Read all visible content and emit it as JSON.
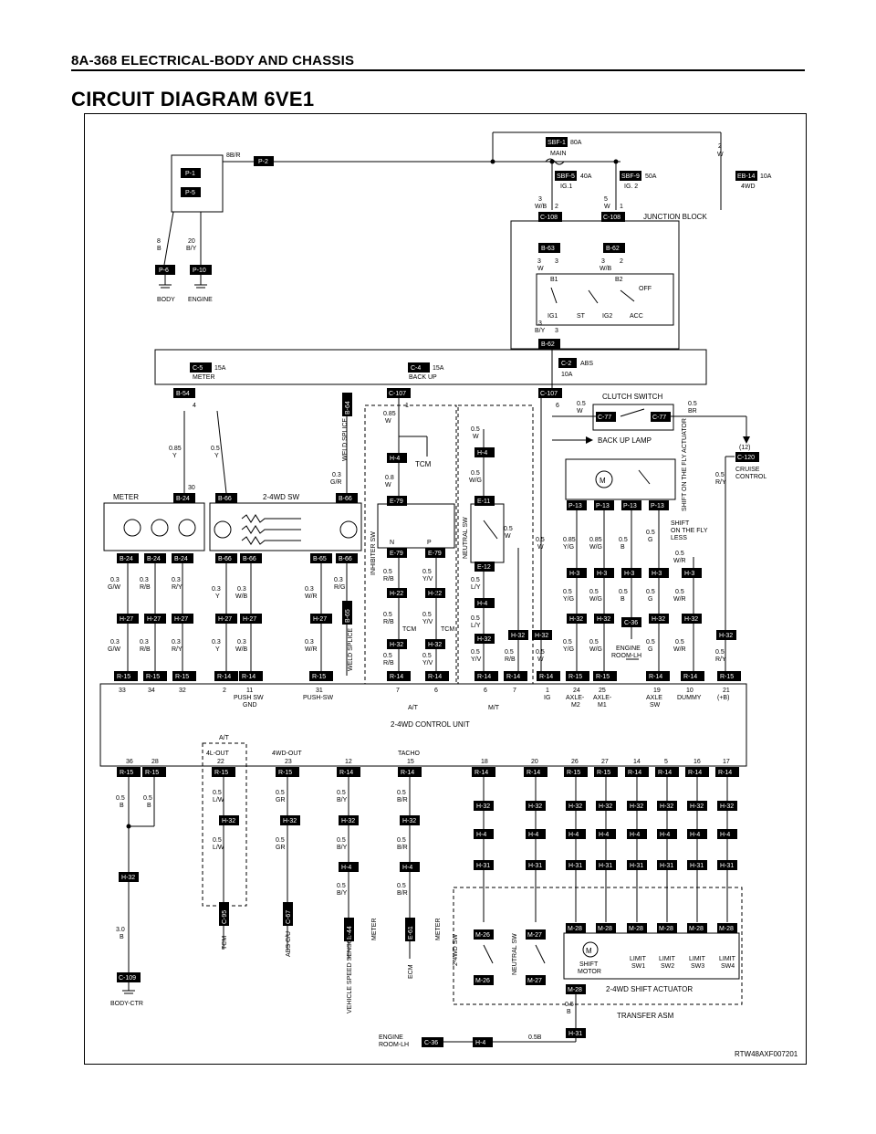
{
  "header": "8A-368  ELECTRICAL-BODY AND CHASSIS",
  "title": "CIRCUIT DIAGRAM 6VE1",
  "reference": "RTW48AXF007201",
  "labels": {
    "main_fuse": "SBF-1",
    "main_amp": "80A",
    "main": "MAIN",
    "sbf5": "SBF-5",
    "sbf5_amp": "40A",
    "ig1": "IG.1",
    "sbf9": "SBF-9",
    "sbf9_amp": "50A",
    "ig2": "IG. 2",
    "eb14": "EB-14",
    "eb14_amp": "10A",
    "fwd": "4WD",
    "jb": "JUNCTION BLOCK",
    "p2": "P-2",
    "p1": "P-1",
    "p5": "P-5",
    "p6": "P-6",
    "p10": "P-10",
    "body": "BODY",
    "engine": "ENGINE",
    "w8b": "8B/R",
    "c5": "C-5",
    "c5_amp": "15A",
    "meter": "METER",
    "c4": "C-4",
    "c4_amp": "15A",
    "backup": "BACK UP",
    "c2": "C-2",
    "c2_amp": "10A",
    "abs": "ABS",
    "b54": "B-54",
    "c107": "C-107",
    "c108": "C-108",
    "b63": "B-63",
    "b62": "B-62",
    "sw_b1": "B1",
    "sw_b2": "B2",
    "sw_off": "OFF",
    "sw_ig1": "IG1",
    "sw_st": "ST",
    "sw_ig2": "IG2",
    "sw_acc": "ACC",
    "clutch": "CLUTCH SWITCH",
    "c77": "C-77",
    "backup_lamp": "BACK UP LAMP",
    "c120": "C-120",
    "cruise": "CRUISE CONTROL",
    "meter_lbl": "METER",
    "b24": "B-24",
    "sw2_4wd": "2-4WD SW",
    "b66": "B-66",
    "b65": "B-65",
    "weld": "WELD SPLICE",
    "b64": "B-64",
    "inhibiter": "INHIBITER SW",
    "neutral": "NEUTRAL SW",
    "h4": "H-4",
    "tcm": "TCM",
    "e79": "E-79",
    "e11": "E-11",
    "e12": "E-12",
    "h22": "H-22",
    "h32": "H-32",
    "h27": "H-27",
    "h3": "H-3",
    "p13": "P-13",
    "shift_fly": "SHIFT ON THE FLY ACTUATOR",
    "shift_less": "SHIFT ON THE FLY LESS",
    "c36": "C-36",
    "engine_room": "ENGINE ROOM-LH",
    "r15": "R-15",
    "r14": "R-14",
    "control_unit": "2-4WD CONTROL UNIT",
    "at": "A/T",
    "mt": "M/T",
    "push_sw_gnd": "PUSH SW GND",
    "push_sw": "PUSH-SW",
    "ig": "IG",
    "axle_m2": "AXLE-M2",
    "axle_m1": "AXLE-M1",
    "axle_sw": "AXLE SW",
    "dummy": "DUMMY",
    "plus_b": "(+B)",
    "l4out": "4L-OUT",
    "wdout": "4WD-OUT",
    "tacho": "TACHO",
    "h31": "H-31",
    "m26": "M-26",
    "m27": "M-27",
    "m28": "M-28",
    "shift_motor": "SHIFT MOTOR",
    "limit_sw1": "LIMIT SW1",
    "limit_sw2": "LIMIT SW2",
    "limit_sw3": "LIMIT SW3",
    "limit_sw4": "LIMIT SW4",
    "actuator": "2-4WD SHIFT  ACTUATOR",
    "transfer": "TRANSFER ASM",
    "c109": "C-109",
    "body_ctr": "BODY-CTR",
    "c95": "C-95",
    "c67": "C-67",
    "e44": "E-44",
    "e61": "E-61",
    "abs_cu": "ABS C/U",
    "vss": "VEHICLE SPEED SENSOR",
    "ecm": "ECM",
    "h4b": "H-4",
    "w05b": "0.5B"
  }
}
